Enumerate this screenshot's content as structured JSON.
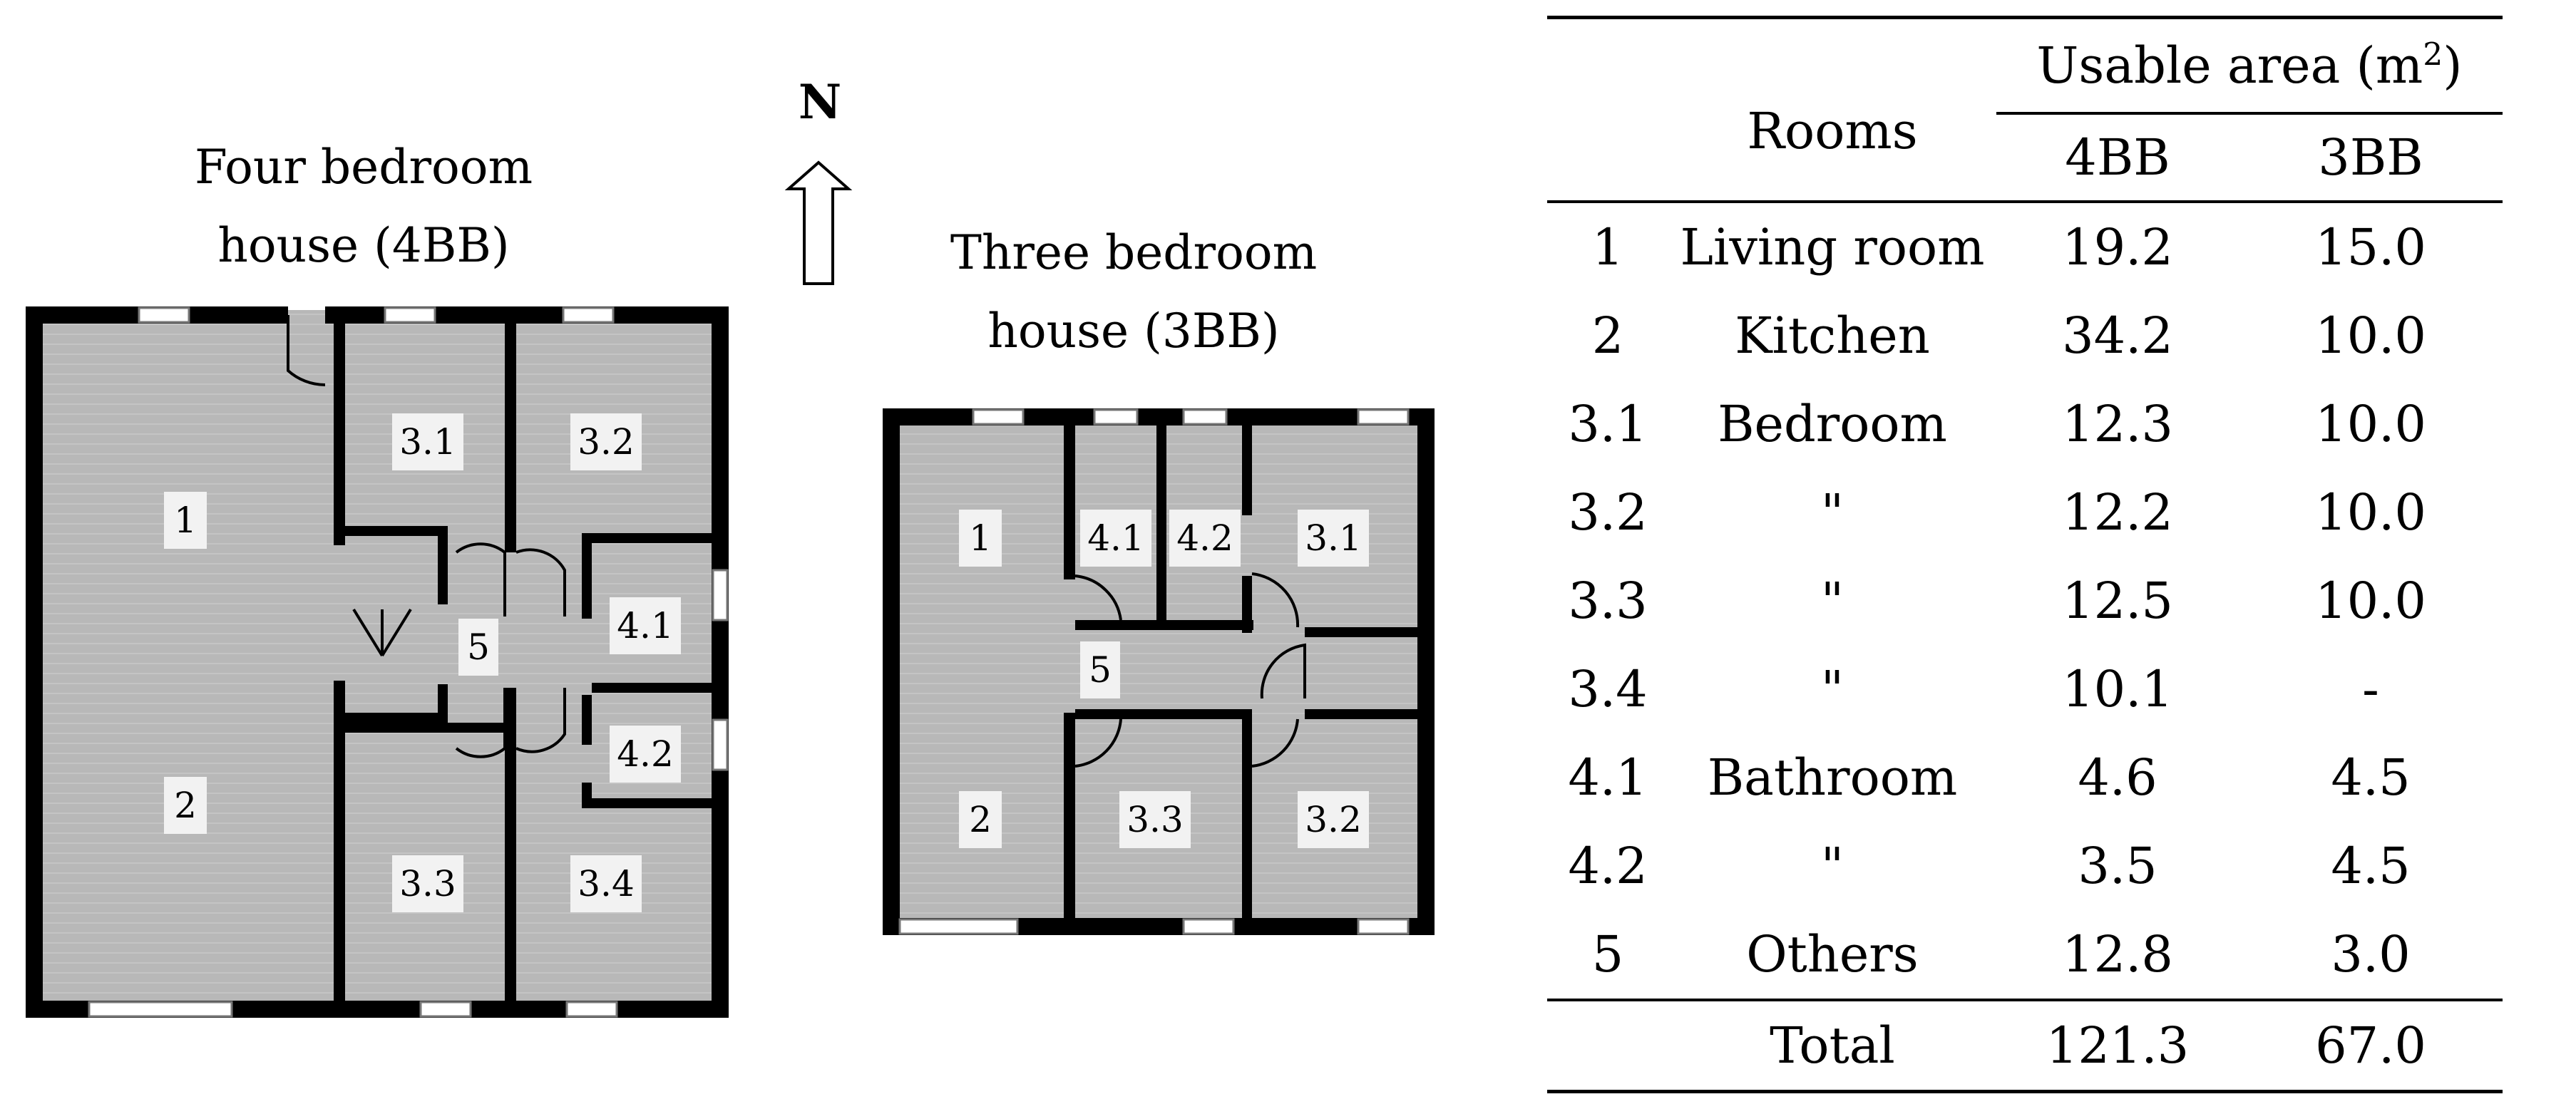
{
  "compass": {
    "letter": "N"
  },
  "plan_4bb": {
    "title_line1": "Four bedroom",
    "title_line2": "house (4BB)",
    "rooms": [
      "1",
      "2",
      "3.1",
      "3.2",
      "3.3",
      "3.4",
      "4.1",
      "4.2",
      "5"
    ]
  },
  "plan_3bb": {
    "title_line1": "Three bedroom",
    "title_line2": "house (3BB)",
    "rooms": [
      "1",
      "2",
      "4.1",
      "4.2",
      "3.1",
      "5",
      "3.3",
      "3.2"
    ]
  },
  "table": {
    "header_area": "Usable area (m",
    "header_area_sup": "2",
    "header_area_close": ")",
    "header_rooms": "Rooms",
    "header_4bb": "4BB",
    "header_3bb": "3BB",
    "rows": [
      {
        "num": "1",
        "room": "Living room",
        "a4bb": "19.2",
        "a3bb": "15.0"
      },
      {
        "num": "2",
        "room": "Kitchen",
        "a4bb": "34.2",
        "a3bb": "10.0"
      },
      {
        "num": "3.1",
        "room": "Bedroom",
        "a4bb": "12.3",
        "a3bb": "10.0"
      },
      {
        "num": "3.2",
        "room": "\"",
        "a4bb": "12.2",
        "a3bb": "10.0"
      },
      {
        "num": "3.3",
        "room": "\"",
        "a4bb": "12.5",
        "a3bb": "10.0"
      },
      {
        "num": "3.4",
        "room": "\"",
        "a4bb": "10.1",
        "a3bb": "-"
      },
      {
        "num": "4.1",
        "room": "Bathroom",
        "a4bb": "4.6",
        "a3bb": "4.5"
      },
      {
        "num": "4.2",
        "room": "\"",
        "a4bb": "3.5",
        "a3bb": "4.5"
      },
      {
        "num": "5",
        "room": "Others",
        "a4bb": "12.8",
        "a3bb": "3.0"
      }
    ],
    "total_label": "Total",
    "total_4bb": "121.3",
    "total_3bb": "67.0"
  }
}
